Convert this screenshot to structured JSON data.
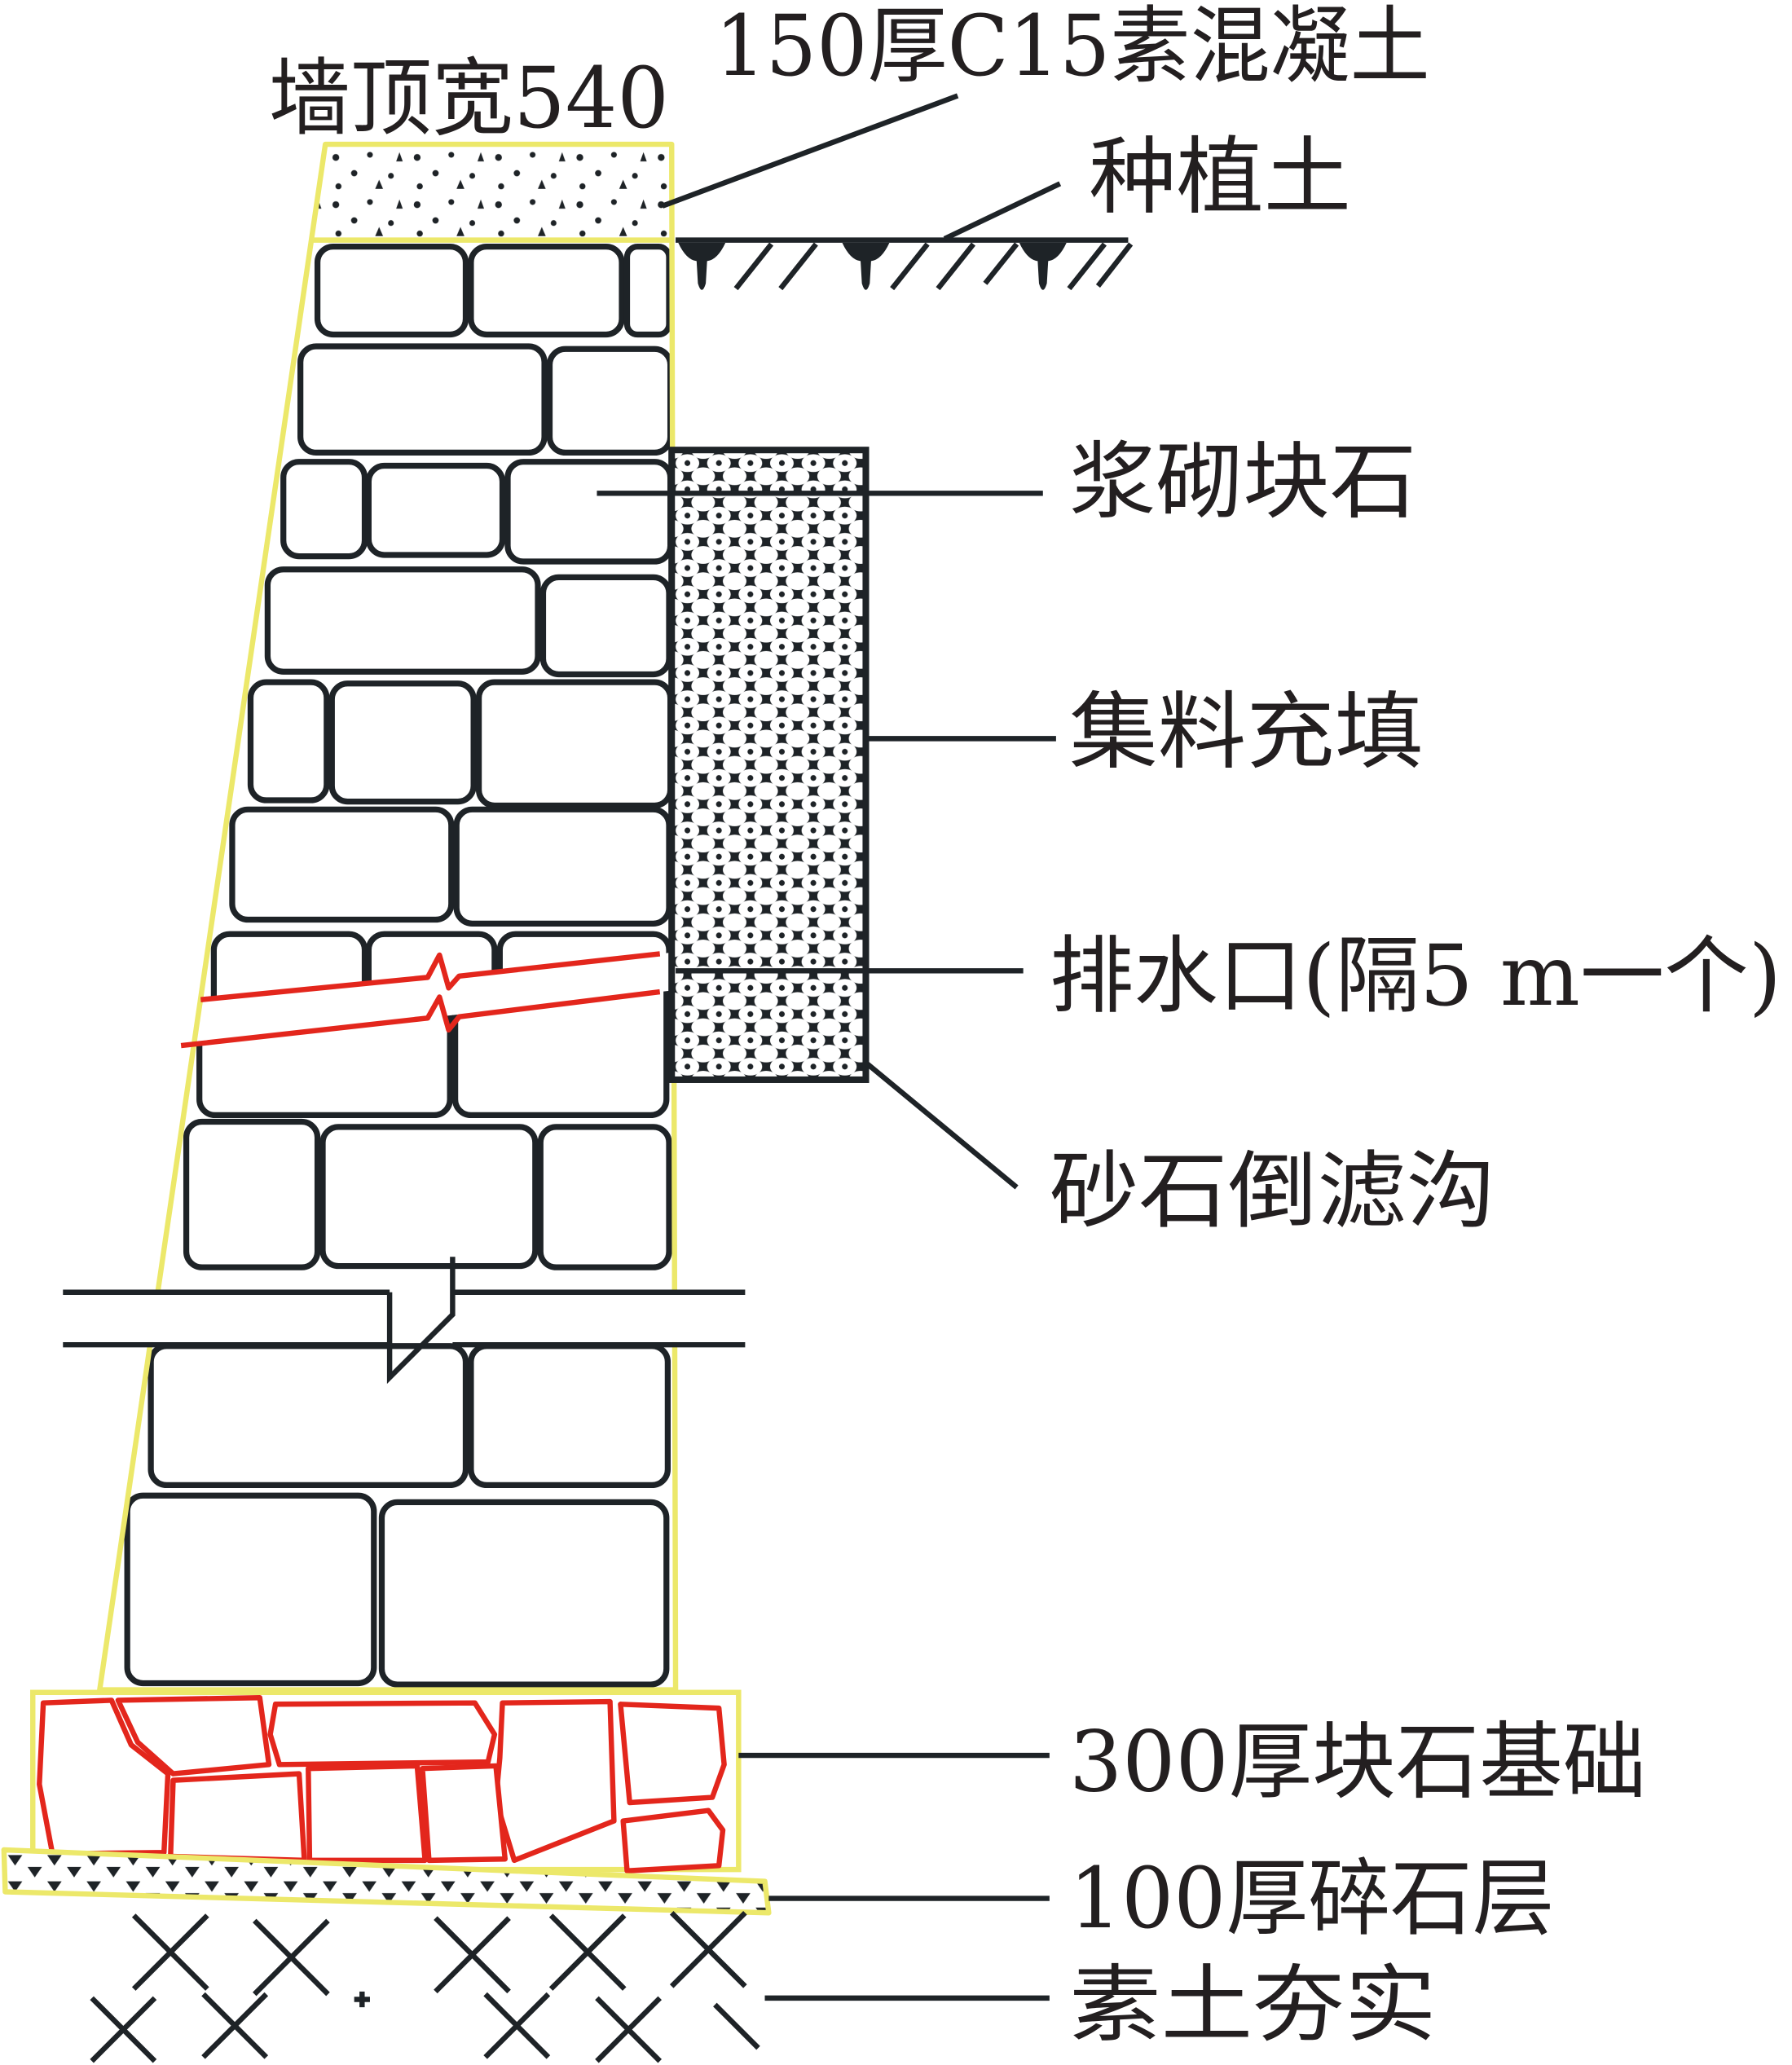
{
  "labels": {
    "wall_top_width": "墙顶宽540",
    "concrete_cap": "150厚C15素混凝土",
    "planting_soil": "种植土",
    "mortar_rubble": "浆砌块石",
    "aggregate_fill": "集料充填",
    "drain_outlet": "排水口(隔5 m一个)",
    "sand_gravel_filter": "砂石倒滤沟",
    "rubble_foundation": "300厚块石基础",
    "crushed_stone_layer": "100厚碎石层",
    "compacted_soil": "素土夯实"
  },
  "colors": {
    "outline": "#ece86a",
    "foundation_stone": "#e3261c",
    "drain_pipe": "#e3261c",
    "ink": "#1e2327",
    "label_text": "#231f20"
  }
}
